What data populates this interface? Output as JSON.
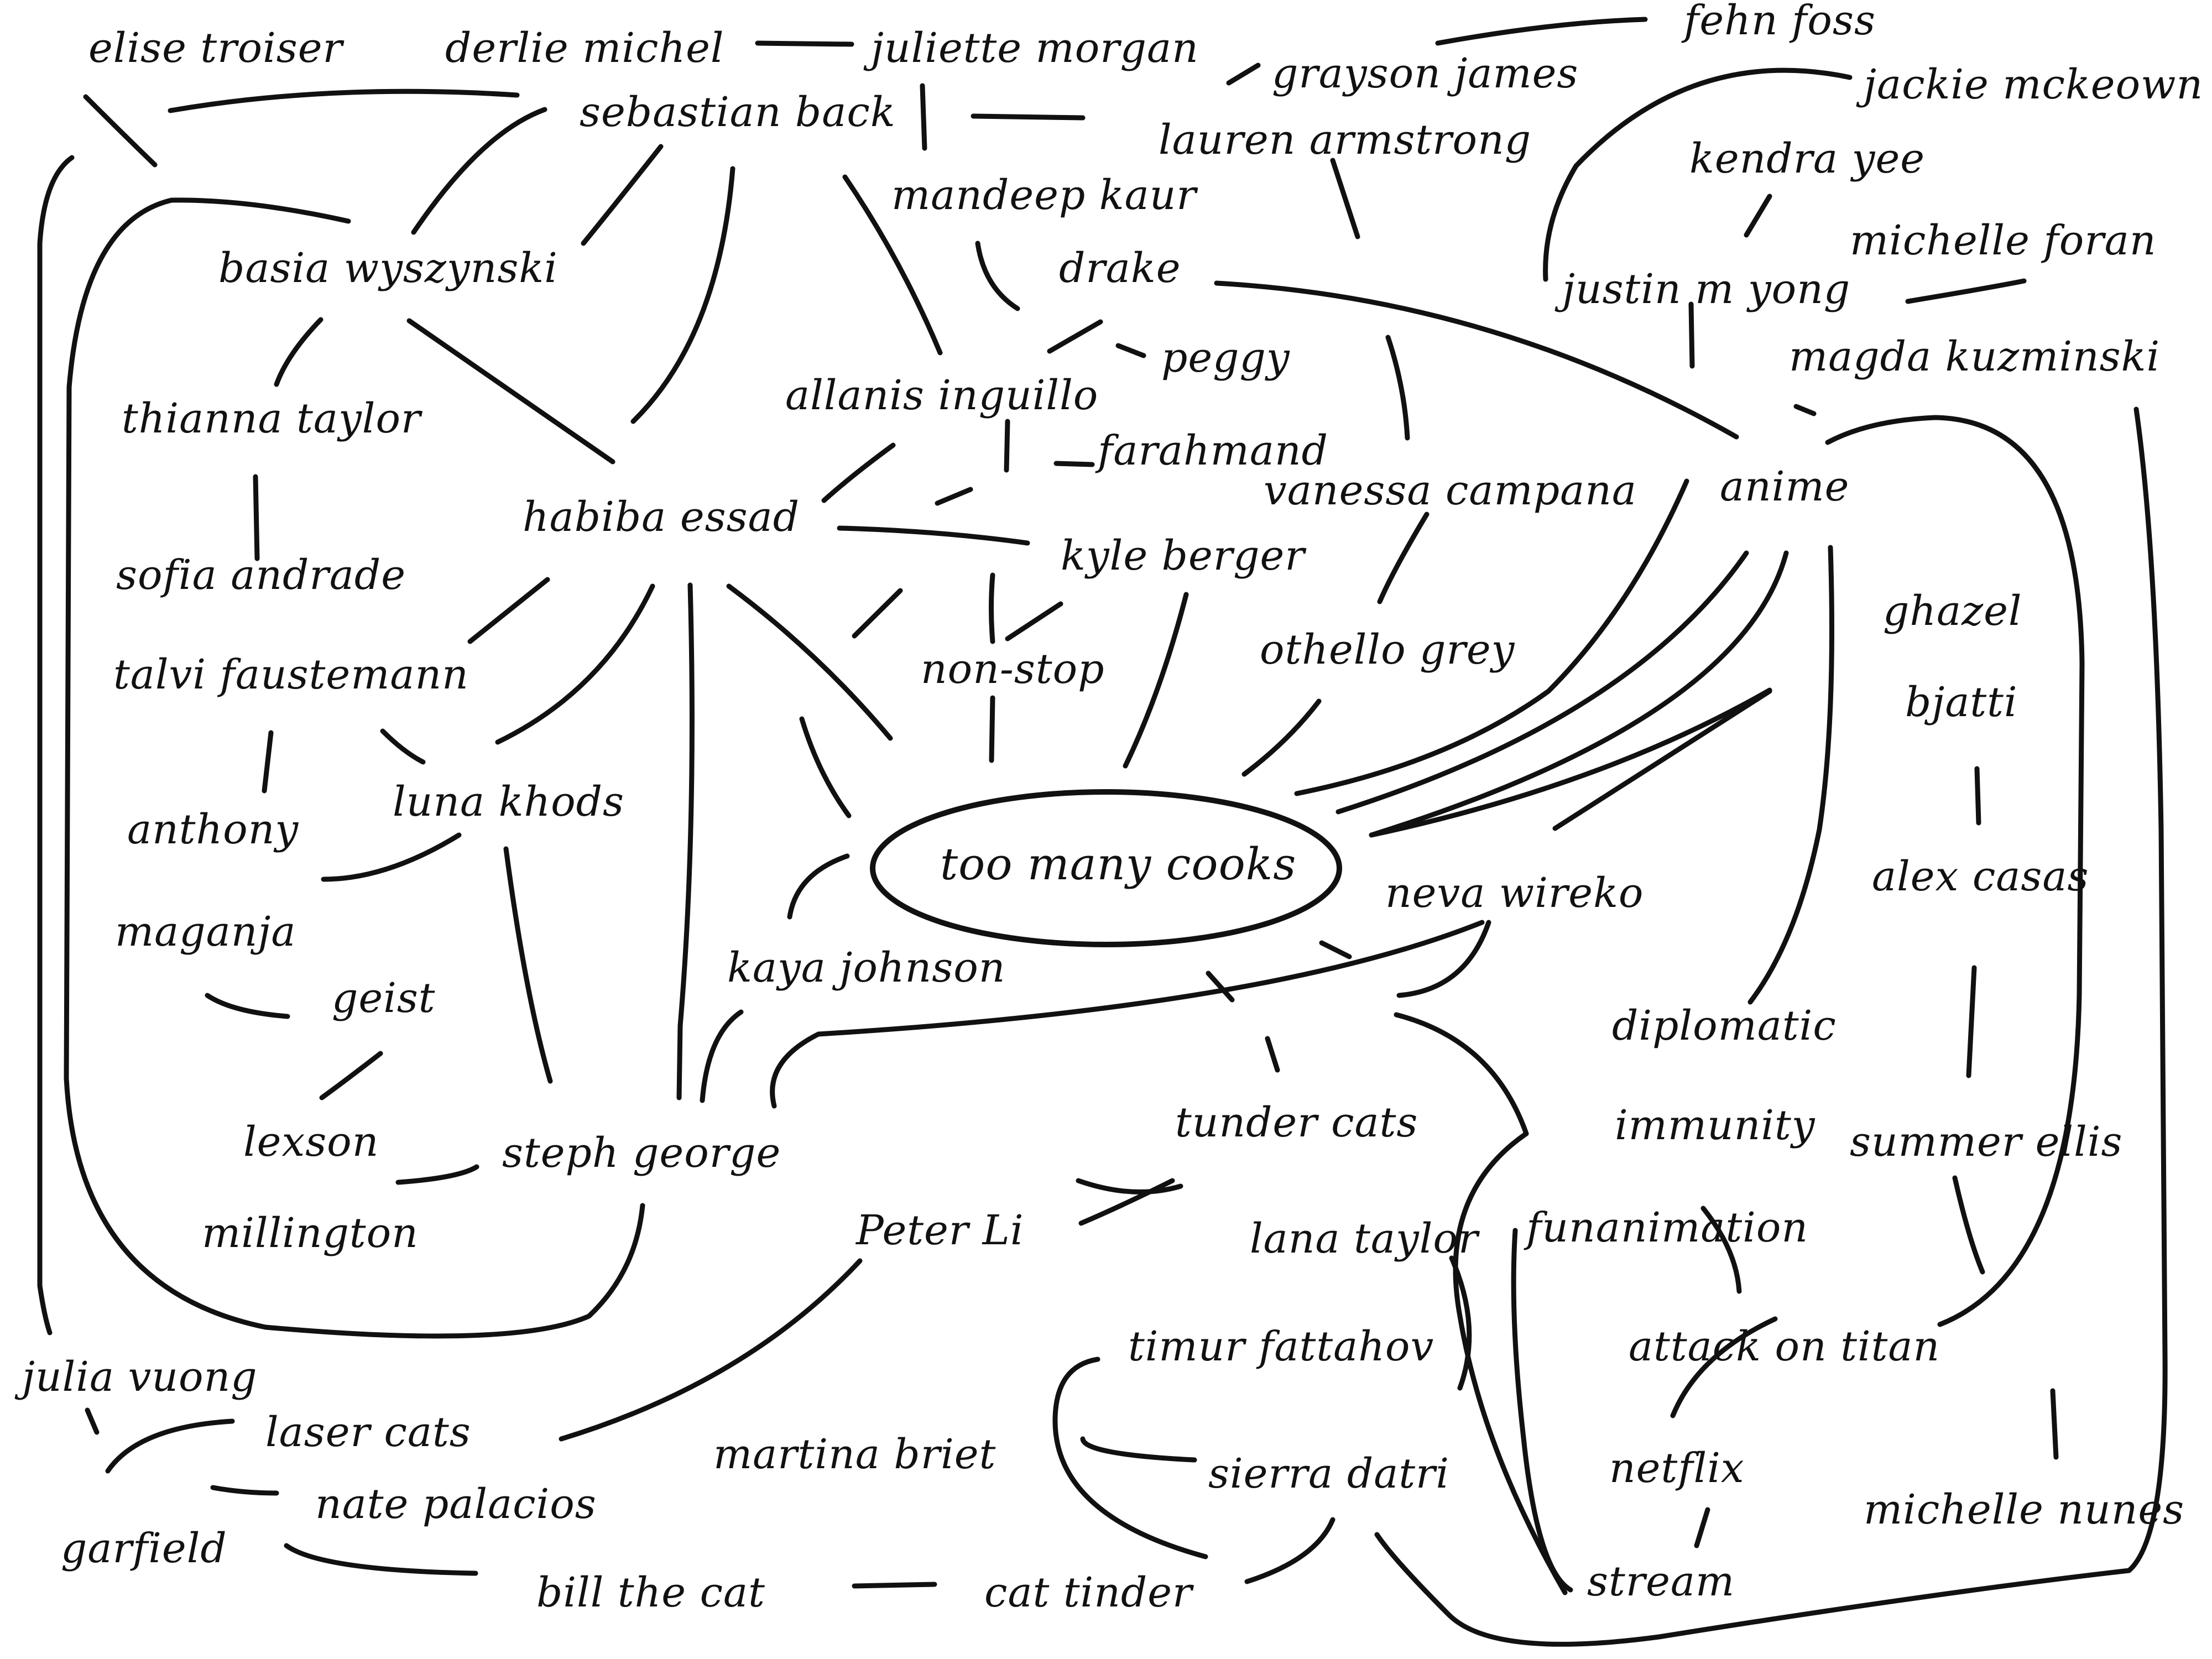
{
  "colors": {
    "ink": "#111111",
    "background": "#ffffff"
  },
  "hub": {
    "id": "too_many_cooks",
    "label": "too many cooks"
  },
  "nodes": [
    {
      "id": "elise_troiser",
      "label": "elise troiser"
    },
    {
      "id": "derlie_michel",
      "label": "derlie michel"
    },
    {
      "id": "juliette_morgan",
      "label": "juliette morgan"
    },
    {
      "id": "fehn_foss",
      "label": "fehn foss"
    },
    {
      "id": "jackie_mckeown",
      "label": "jackie mckeown"
    },
    {
      "id": "grayson_james",
      "label": "grayson james"
    },
    {
      "id": "sebastian_back",
      "label": "sebastian back"
    },
    {
      "id": "lauren_armstrong",
      "label": "lauren armstrong"
    },
    {
      "id": "kendra_yee",
      "label": "kendra yee"
    },
    {
      "id": "mandeep_kaur",
      "label": "mandeep kaur"
    },
    {
      "id": "michelle_foran",
      "label": "michelle foran"
    },
    {
      "id": "basia_wyszynski",
      "label": "basia wyszynski"
    },
    {
      "id": "drake",
      "label": "drake"
    },
    {
      "id": "justin_m_yong",
      "label": "justin m yong"
    },
    {
      "id": "peggy",
      "label": "peggy"
    },
    {
      "id": "magda_kuzminski",
      "label": "magda kuzminski"
    },
    {
      "id": "allanis_inguillo",
      "label": "allanis inguillo"
    },
    {
      "id": "thianna_taylor",
      "label": "thianna taylor"
    },
    {
      "id": "farahmand",
      "label": "farahmand"
    },
    {
      "id": "vanessa_campana",
      "label": "vanessa campana"
    },
    {
      "id": "anime",
      "label": "anime"
    },
    {
      "id": "habiba_essad",
      "label": "habiba essad"
    },
    {
      "id": "kyle_berger",
      "label": "kyle berger"
    },
    {
      "id": "sofia_andrade",
      "label": "sofia andrade"
    },
    {
      "id": "ghazel",
      "label": "ghazel"
    },
    {
      "id": "othello_grey",
      "label": "othello grey"
    },
    {
      "id": "non_stop",
      "label": "non-stop"
    },
    {
      "id": "talvi_faustemann",
      "label": "talvi faustemann"
    },
    {
      "id": "bjatti",
      "label": "bjatti"
    },
    {
      "id": "luna_khods",
      "label": "luna khods"
    },
    {
      "id": "anthony",
      "label": "anthony"
    },
    {
      "id": "alex_casas",
      "label": "alex casas"
    },
    {
      "id": "neva_wireko",
      "label": "neva wireko"
    },
    {
      "id": "maganja",
      "label": "maganja"
    },
    {
      "id": "kaya_johnson",
      "label": "kaya johnson"
    },
    {
      "id": "geist",
      "label": "geist"
    },
    {
      "id": "diplomatic",
      "label": "diplomatic"
    },
    {
      "id": "immunity",
      "label": "immunity"
    },
    {
      "id": "tunder_cats",
      "label": "tunder cats"
    },
    {
      "id": "lexson",
      "label": "lexson"
    },
    {
      "id": "steph_george",
      "label": "steph george"
    },
    {
      "id": "summer_ellis",
      "label": "summer ellis"
    },
    {
      "id": "millington",
      "label": "millington"
    },
    {
      "id": "peter_li",
      "label": "Peter Li"
    },
    {
      "id": "lana_taylor",
      "label": "lana taylor"
    },
    {
      "id": "funanimation",
      "label": "funanimation"
    },
    {
      "id": "timur_fattahov",
      "label": "timur fattahov"
    },
    {
      "id": "attack_on_titan",
      "label": "attack on titan"
    },
    {
      "id": "julia_vuong",
      "label": "julia vuong"
    },
    {
      "id": "laser_cats",
      "label": "laser cats"
    },
    {
      "id": "martina_briet",
      "label": "martina briet"
    },
    {
      "id": "netflix",
      "label": "netflix"
    },
    {
      "id": "sierra_datri",
      "label": "sierra datri"
    },
    {
      "id": "nate_palacios",
      "label": "nate palacios"
    },
    {
      "id": "michelle_nunes",
      "label": "michelle nunes"
    },
    {
      "id": "garfield",
      "label": "garfield"
    },
    {
      "id": "bill_the_cat",
      "label": "bill the cat"
    },
    {
      "id": "cat_tinder",
      "label": "cat tinder"
    },
    {
      "id": "stream",
      "label": "stream"
    }
  ]
}
